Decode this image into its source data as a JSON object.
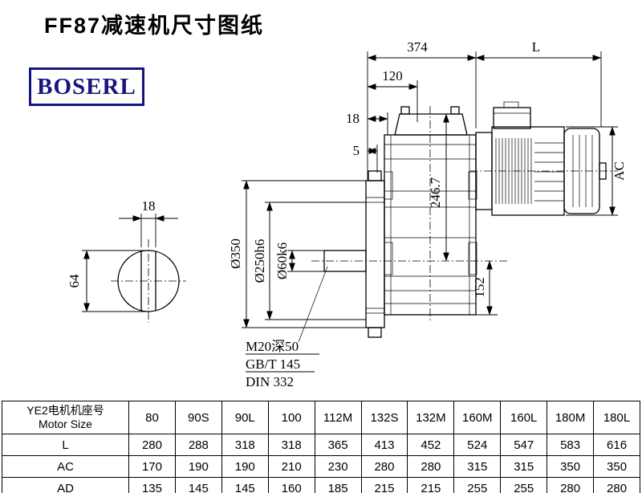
{
  "page": {
    "title": "FF87减速机尺寸图纸",
    "logo": "BOSERL"
  },
  "drawing": {
    "top_dims": {
      "d374": "374",
      "L": "L",
      "d120": "120",
      "d18": "18",
      "d5": "5"
    },
    "side_dims": {
      "AC": "AC",
      "d246_7": "246.7",
      "d152": "152"
    },
    "dia_dims": {
      "d350": "Ø350",
      "d250": "Ø250h6",
      "d60": "Ø60k6"
    },
    "notes": {
      "thread": "M20深50",
      "gb": "GB/T 145",
      "din": "DIN 332"
    },
    "key_view": {
      "width": "18",
      "height": "64"
    }
  },
  "table": {
    "header": {
      "label_cn": "YE2电机机座号",
      "label_en": "Motor Size",
      "sizes": [
        "80",
        "90S",
        "90L",
        "100",
        "112M",
        "132S",
        "132M",
        "160M",
        "160L",
        "180M",
        "180L"
      ]
    },
    "rows": [
      {
        "label": "L",
        "values": [
          "280",
          "288",
          "318",
          "318",
          "365",
          "413",
          "452",
          "524",
          "547",
          "583",
          "616"
        ]
      },
      {
        "label": "AC",
        "values": [
          "170",
          "190",
          "190",
          "210",
          "230",
          "280",
          "280",
          "315",
          "315",
          "350",
          "350"
        ]
      },
      {
        "label": "AD",
        "values": [
          "135",
          "145",
          "145",
          "160",
          "185",
          "215",
          "215",
          "255",
          "255",
          "280",
          "280"
        ]
      }
    ]
  }
}
